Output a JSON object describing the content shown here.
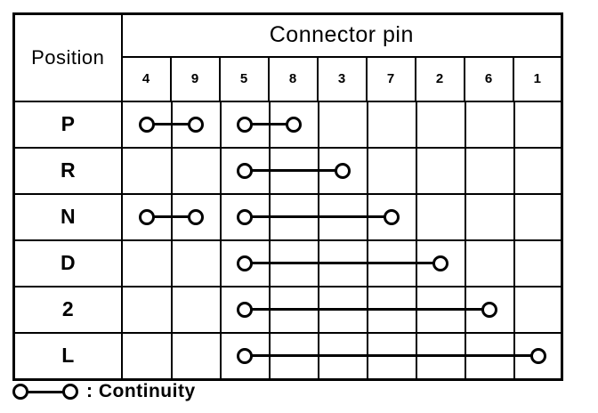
{
  "colors": {
    "ink": "#000000",
    "paper": "#ffffff"
  },
  "table": {
    "position_header": "Position",
    "connector_pin_header": "Connector pin",
    "pins": [
      "4",
      "9",
      "5",
      "8",
      "3",
      "7",
      "2",
      "6",
      "1"
    ],
    "rows": [
      {
        "label": "P",
        "connections": [
          {
            "from": "4",
            "to": "9"
          },
          {
            "from": "5",
            "to": "8"
          }
        ]
      },
      {
        "label": "R",
        "connections": [
          {
            "from": "5",
            "to": "3"
          }
        ]
      },
      {
        "label": "N",
        "connections": [
          {
            "from": "4",
            "to": "9"
          },
          {
            "from": "5",
            "to": "7"
          }
        ]
      },
      {
        "label": "D",
        "connections": [
          {
            "from": "5",
            "to": "2"
          }
        ]
      },
      {
        "label": "2",
        "connections": [
          {
            "from": "5",
            "to": "6"
          }
        ]
      },
      {
        "label": "L",
        "connections": [
          {
            "from": "5",
            "to": "1"
          }
        ]
      }
    ]
  },
  "legend": {
    "symbol_icon": "circle-line-circle",
    "label": ": Continuity"
  }
}
